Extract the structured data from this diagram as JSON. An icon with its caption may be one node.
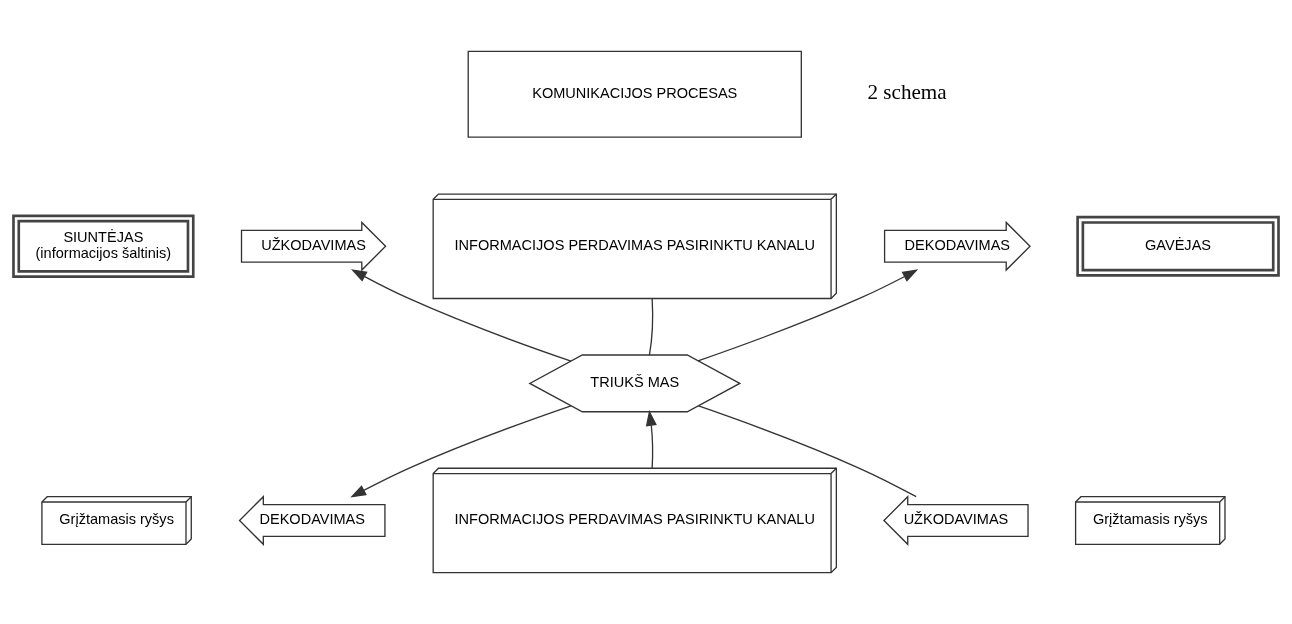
{
  "diagram": {
    "nodes": [
      {
        "text": [
          "KOMUNIKACIJOS PROCESAS"
        ]
      },
      {
        "text": [
          "SIUNTĖJAS",
          "(informacijos šaltinis)"
        ]
      },
      {
        "text": [
          "UŽKODAVIMAS"
        ]
      },
      {
        "text": [
          "INFORMACIJOS PERDAVIMAS PASIRINKTU KANALU"
        ]
      },
      {
        "text": [
          "DEKODAVIMAS"
        ]
      },
      {
        "text": [
          "GAVĖJAS"
        ]
      },
      {
        "text": [
          "TRIUKŠ MAS"
        ]
      },
      {
        "text": [
          "Grįžtamasis ryšys"
        ]
      },
      {
        "text": [
          "DEKODAVIMAS"
        ]
      },
      {
        "text": [
          "INFORMACIJOS PERDAVIMAS PASIRINKTU KANALU"
        ]
      },
      {
        "text": [
          "UŽKODAVIMAS"
        ]
      },
      {
        "text": [
          "Grįžtamasis ryšys"
        ]
      }
    ],
    "edges": [
      {
        "from": 6,
        "to": 2,
        "arrow": "to"
      },
      {
        "from": 6,
        "to": 3,
        "arrow": "none"
      },
      {
        "from": 6,
        "to": 4,
        "arrow": "to"
      },
      {
        "from": 6,
        "to": 8,
        "arrow": "to"
      },
      {
        "from": 9,
        "to": 6,
        "arrow": "to"
      },
      {
        "from": 6,
        "to": 10,
        "arrow": "none"
      }
    ],
    "labels": [
      "2 schema"
    ]
  }
}
